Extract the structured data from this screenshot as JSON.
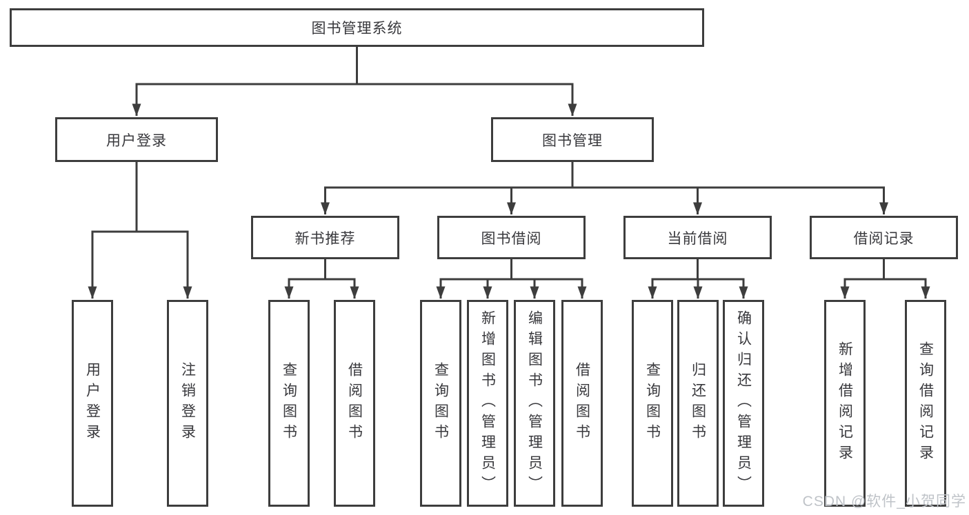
{
  "tree": {
    "root": {
      "label": "图书管理系统"
    },
    "branches": [
      {
        "label": "用户登录",
        "leaves": [
          "用户登录",
          "注销登录"
        ]
      },
      {
        "label": "图书管理",
        "groups": [
          {
            "label": "新书推荐",
            "leaves": [
              "查询图书",
              "借阅图书"
            ]
          },
          {
            "label": "图书借阅",
            "leaves": [
              "查询图书",
              "新增图书（管理员）",
              "编辑图书（管理员）",
              "借阅图书"
            ]
          },
          {
            "label": "当前借阅",
            "leaves": [
              "查询图书",
              "归还图书",
              "确认归还（管理员）"
            ]
          },
          {
            "label": "借阅记录",
            "leaves": [
              "新增借阅记录",
              "查询借阅记录"
            ]
          }
        ]
      }
    ]
  },
  "watermark": {
    "text": "CSDN @软件_小贺同学"
  },
  "colors": {
    "line": "#3d3d3d",
    "text": "#38383c",
    "watermark": "#bfc3c8"
  }
}
